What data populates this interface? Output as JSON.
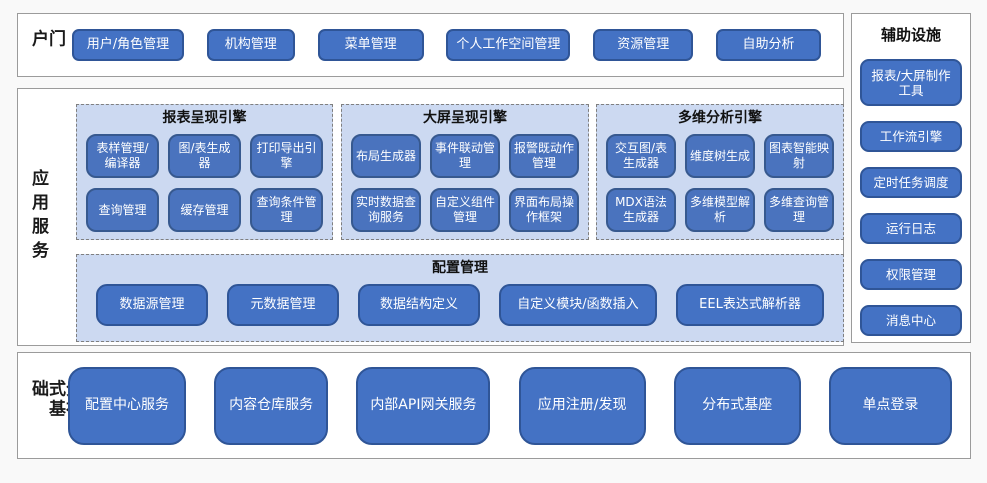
{
  "colors": {
    "button_fill": "#4472c4",
    "button_border": "#2f5597",
    "sub_button_fill": "#4a73be",
    "panel_fill": "#ccd9f1",
    "panel_dash_border": "#7f7f7f",
    "section_border": "#9b9b9b",
    "text_on_button": "#ffffff"
  },
  "portal": {
    "label": "门户",
    "buttons": [
      "用户/角色管理",
      "机构管理",
      "菜单管理",
      "个人工作空间管理",
      "资源管理",
      "自助分析"
    ]
  },
  "app_services": {
    "label": "应用服务",
    "engines": [
      {
        "title": "报表呈现引擎",
        "items": [
          "表样管理/编译器",
          "图/表生成器",
          "打印导出引擎",
          "查询管理",
          "缓存管理",
          "查询条件管理"
        ]
      },
      {
        "title": "大屏呈现引擎",
        "items": [
          "布局生成器",
          "事件联动管理",
          "报警既动作管理",
          "实时数据查询服务",
          "自定义组件管理",
          "界面布局操作框架"
        ]
      },
      {
        "title": "多维分析引擎",
        "items": [
          "交互图/表生成器",
          "维度树生成",
          "图表智能映射",
          "MDX语法生成器",
          "多维模型解析",
          "多维查询管理"
        ]
      }
    ],
    "config": {
      "title": "配置管理",
      "items": [
        "数据源管理",
        "元数据管理",
        "数据结构定义",
        "自定义模块/函数插入",
        "EEL表达式解析器"
      ]
    }
  },
  "auxiliary": {
    "title": "辅助设施",
    "buttons": [
      "报表/大屏制作工具",
      "工作流引擎",
      "定时任务调度",
      "运行日志",
      "权限管理",
      "消息中心"
    ]
  },
  "foundation": {
    "label": "分布式基础",
    "buttons": [
      "配置中心服务",
      "内容仓库服务",
      "内部API网关服务",
      "应用注册/发现",
      "分布式基座",
      "单点登录"
    ]
  }
}
